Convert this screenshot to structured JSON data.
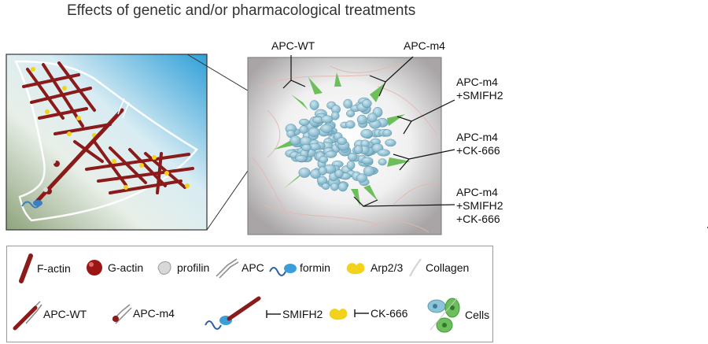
{
  "title": "Effects of genetic and/or pharmacological treatments",
  "conditions": {
    "apc_wt": "APC-WT",
    "apc_m4": "APC-m4",
    "smifh2": [
      "APC-m4",
      "+SMIFH2"
    ],
    "ck666": [
      "APC-m4",
      "+CK-666"
    ],
    "both": [
      "APC-m4",
      "+SMIFH2",
      "+CK-666"
    ]
  },
  "legend": {
    "row1": [
      "F-actin",
      "G-actin",
      "profilin",
      "APC",
      "formin",
      "Arp2/3",
      "Collagen"
    ],
    "row2": [
      "APC-WT",
      "APC-m4",
      "SMIFH2",
      "CK-666",
      "Cells"
    ]
  },
  "colors": {
    "actin": "#8b1a1a",
    "arp23": "#f2d21b",
    "formin": "#3a7fc4",
    "spheroid": "#8fc3d6",
    "protrusion": "#6cbf5a"
  }
}
